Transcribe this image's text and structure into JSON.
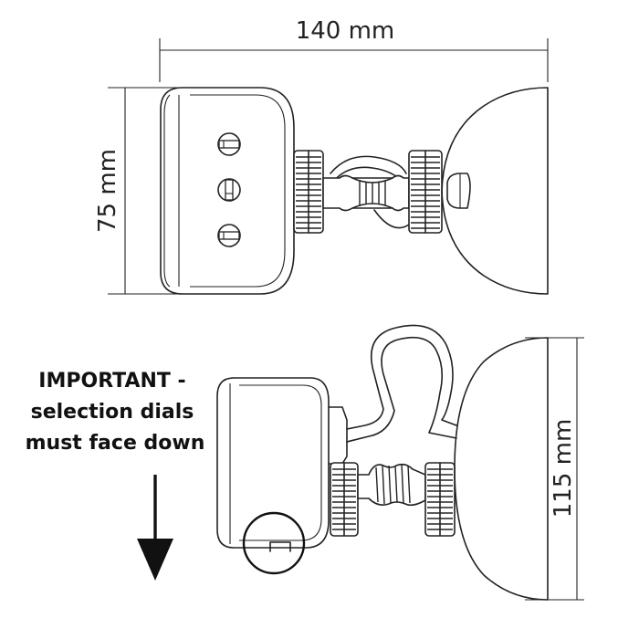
{
  "dimensions": {
    "width_label": "140 mm",
    "height_top_label": "75 mm",
    "height_bottom_label": "115 mm"
  },
  "note": {
    "line1": "IMPORTANT -",
    "line2": "selection dials",
    "line3": "must face down"
  }
}
